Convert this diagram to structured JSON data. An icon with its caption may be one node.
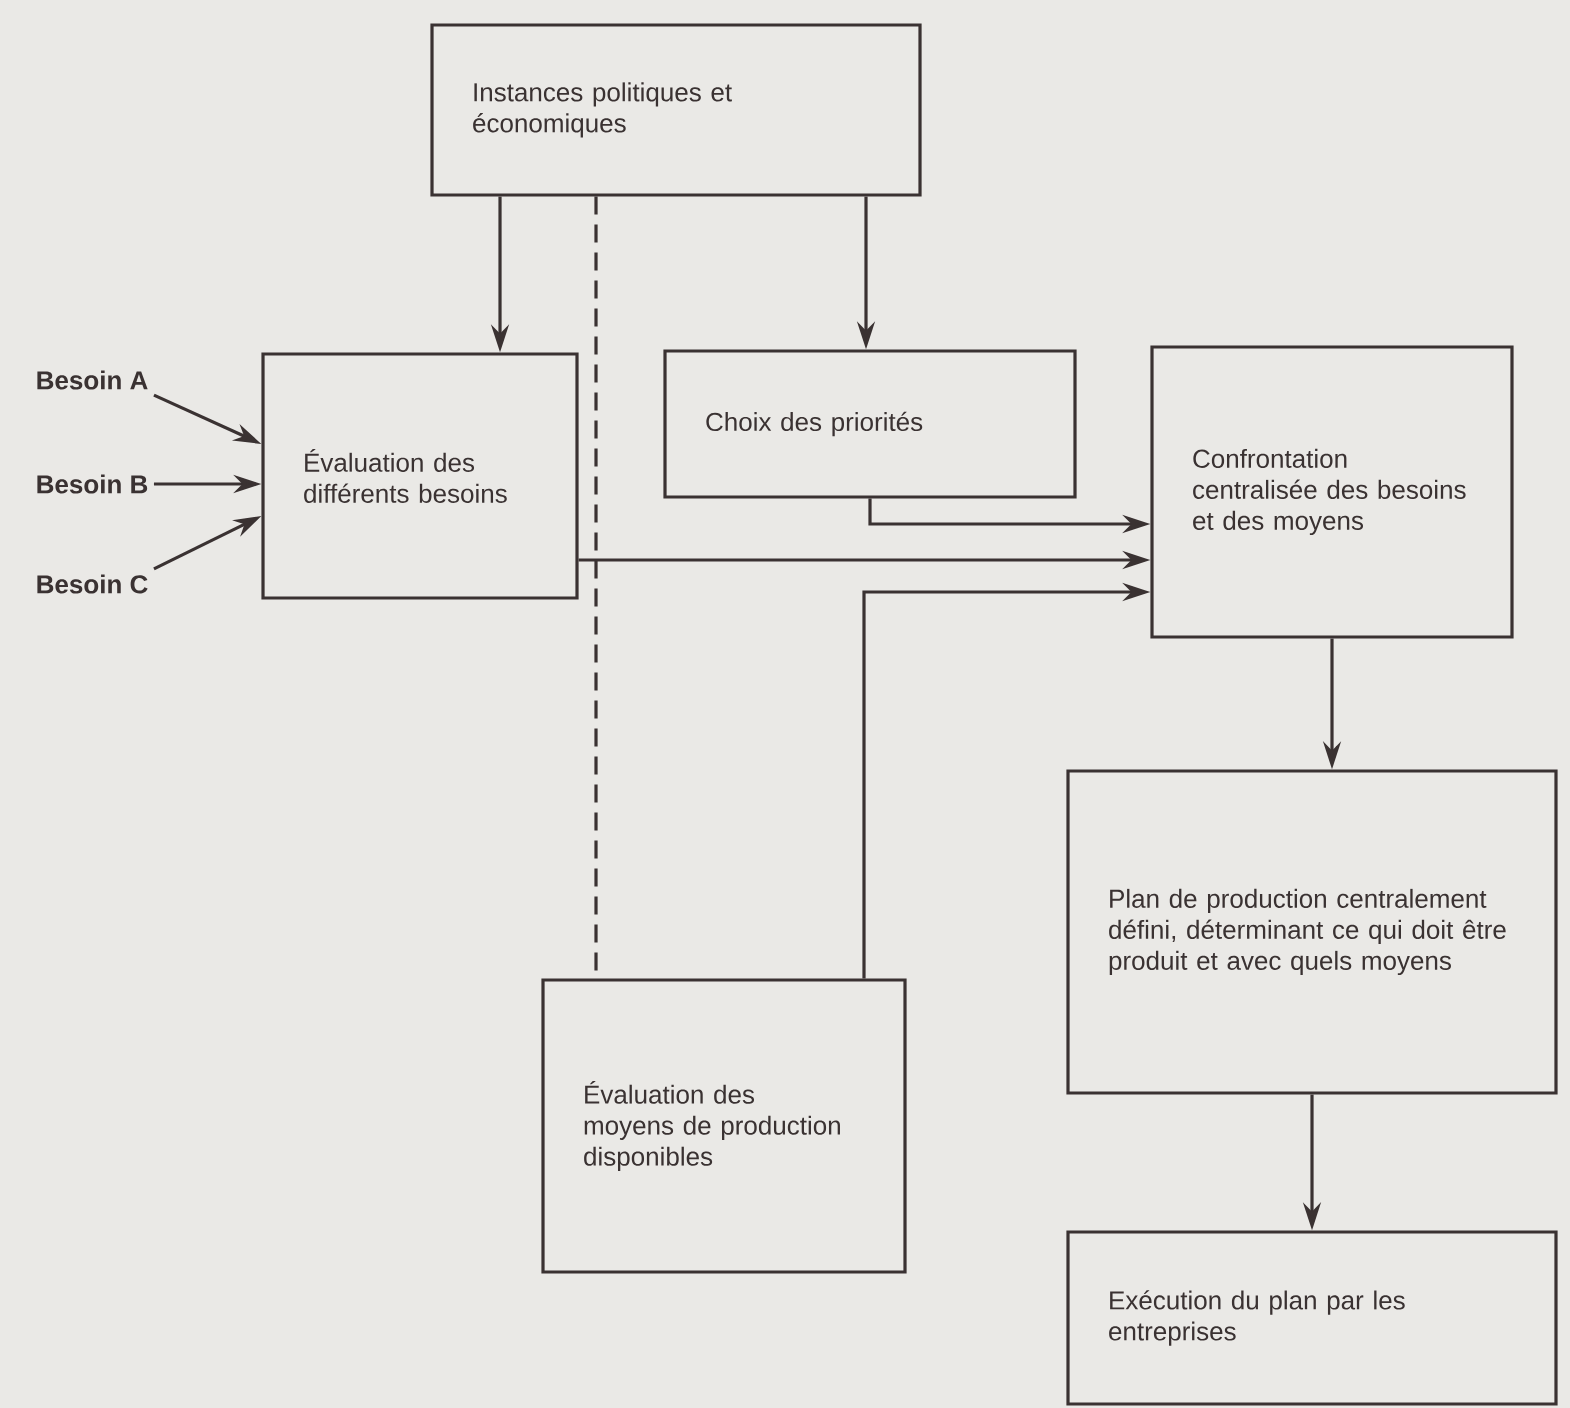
{
  "diagram": {
    "nodes": [
      {
        "text": [
          "Instances politiques et économiques"
        ]
      },
      {
        "text": [
          "Besoin A"
        ]
      },
      {
        "text": [
          "Besoin B"
        ]
      },
      {
        "text": [
          "Besoin C"
        ]
      },
      {
        "text": [
          "Évaluation des différents besoins"
        ]
      },
      {
        "text": [
          "Choix des priorités"
        ]
      },
      {
        "text": [
          "Confrontation centralisée des besoins et des moyens"
        ]
      },
      {
        "text": [
          "Plan de production centralement défini, déterminant ce qui doit être produit et avec quels moyens"
        ]
      },
      {
        "text": [
          "Évaluation des moyens de production disponibles"
        ]
      },
      {
        "text": [
          "Exécution du plan par les entreprises"
        ]
      }
    ],
    "edges": [
      {
        "from": 0,
        "to": 4,
        "arrow": "to"
      },
      {
        "from": 0,
        "to": 5,
        "arrow": "to"
      },
      {
        "from": 0,
        "to": 8,
        "arrow": "none",
        "style": "dashed"
      },
      {
        "from": 1,
        "to": 4,
        "arrow": "to"
      },
      {
        "from": 2,
        "to": 4,
        "arrow": "to"
      },
      {
        "from": 3,
        "to": 4,
        "arrow": "to"
      },
      {
        "from": 5,
        "to": 6,
        "arrow": "to"
      },
      {
        "from": 4,
        "to": 6,
        "arrow": "to"
      },
      {
        "from": 8,
        "to": 6,
        "arrow": "to"
      },
      {
        "from": 6,
        "to": 7,
        "arrow": "to"
      },
      {
        "from": 7,
        "to": 9,
        "arrow": "to"
      }
    ]
  }
}
